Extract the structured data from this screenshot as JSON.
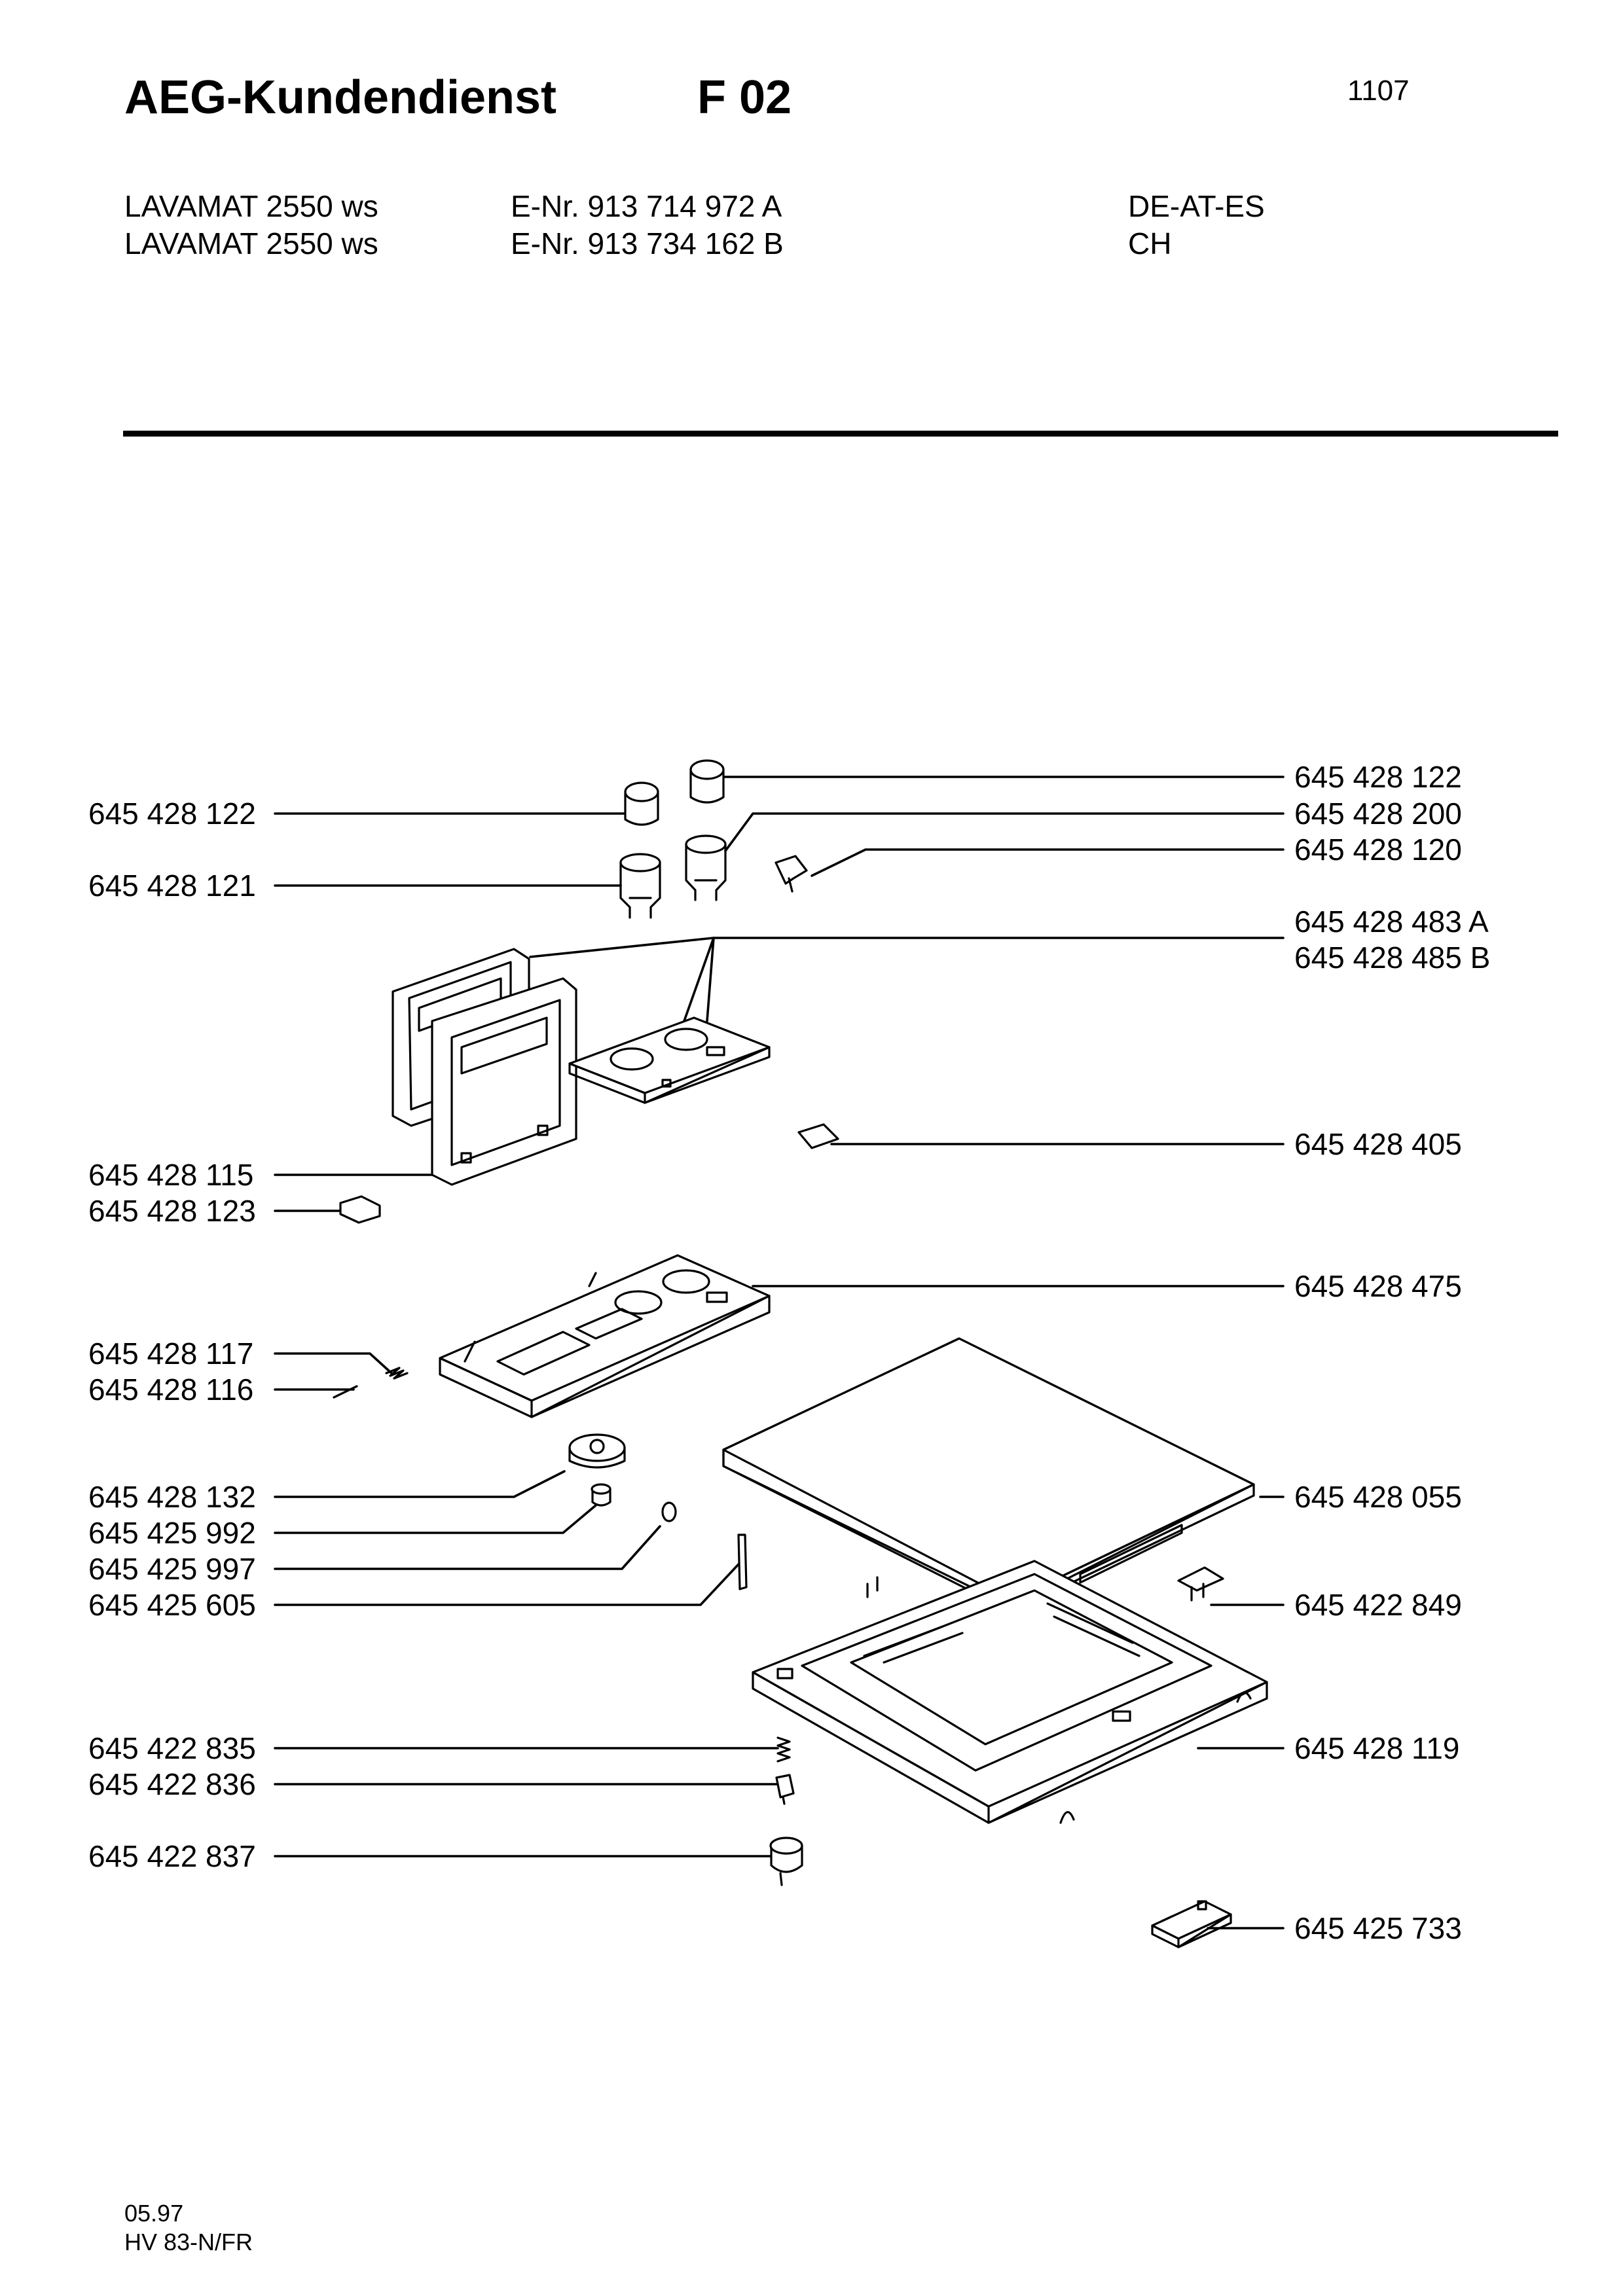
{
  "header": {
    "brand": "AEG-Kundendienst",
    "section": "F 02",
    "page_number": "1107",
    "models": [
      {
        "name": "LAVAMAT 2550 ws",
        "enr": "E-Nr. 913 714 972 A",
        "countries": "DE-AT-ES"
      },
      {
        "name": "LAVAMAT 2550 ws",
        "enr": "E-Nr. 913 734 162 B",
        "countries": "CH"
      }
    ]
  },
  "parts_left": [
    "645 428 122",
    "645 428 121",
    "645 428 115",
    "645 428 123",
    "645 428 117",
    "645 428 116",
    "645 428 132",
    "645 425 992",
    "645 425 997",
    "645 425 605",
    "645 422 835",
    "645 422 836",
    "645 422 837"
  ],
  "parts_right": [
    "645 428 122",
    "645 428 200",
    "645 428 120",
    "645 428 483 A",
    "645 428 485 B",
    "645 428 405",
    "645 428 475",
    "645 428 055",
    "645 422 849",
    "645 428 119",
    "645 425 733"
  ],
  "footer": {
    "date": "05.97",
    "code": "HV 83-N/FR"
  }
}
